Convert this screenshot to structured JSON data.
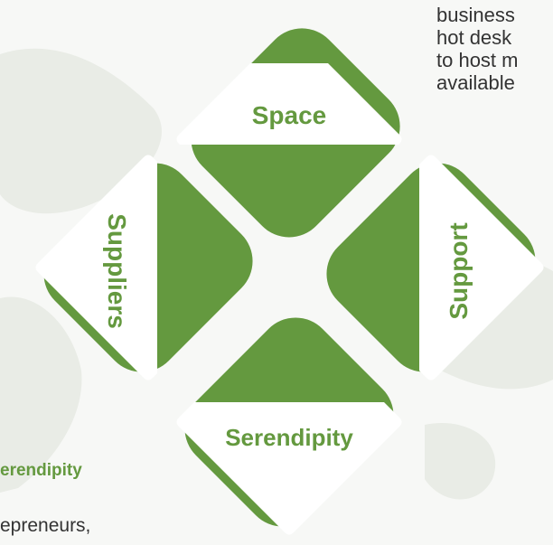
{
  "colors": {
    "brand_green": "#64993f",
    "white": "#ffffff",
    "text_gray": "#333333"
  },
  "diamonds": {
    "top": {
      "label": "Space"
    },
    "left": {
      "label": "Suppliers"
    },
    "right": {
      "label": "Support"
    },
    "bottom": {
      "label": "Serendipity"
    }
  },
  "right_text": {
    "lines": [
      "business",
      "hot desk",
      "to host m",
      "available"
    ]
  },
  "left_text": {
    "heading": "erendipity",
    "line": "epreneurs,"
  }
}
